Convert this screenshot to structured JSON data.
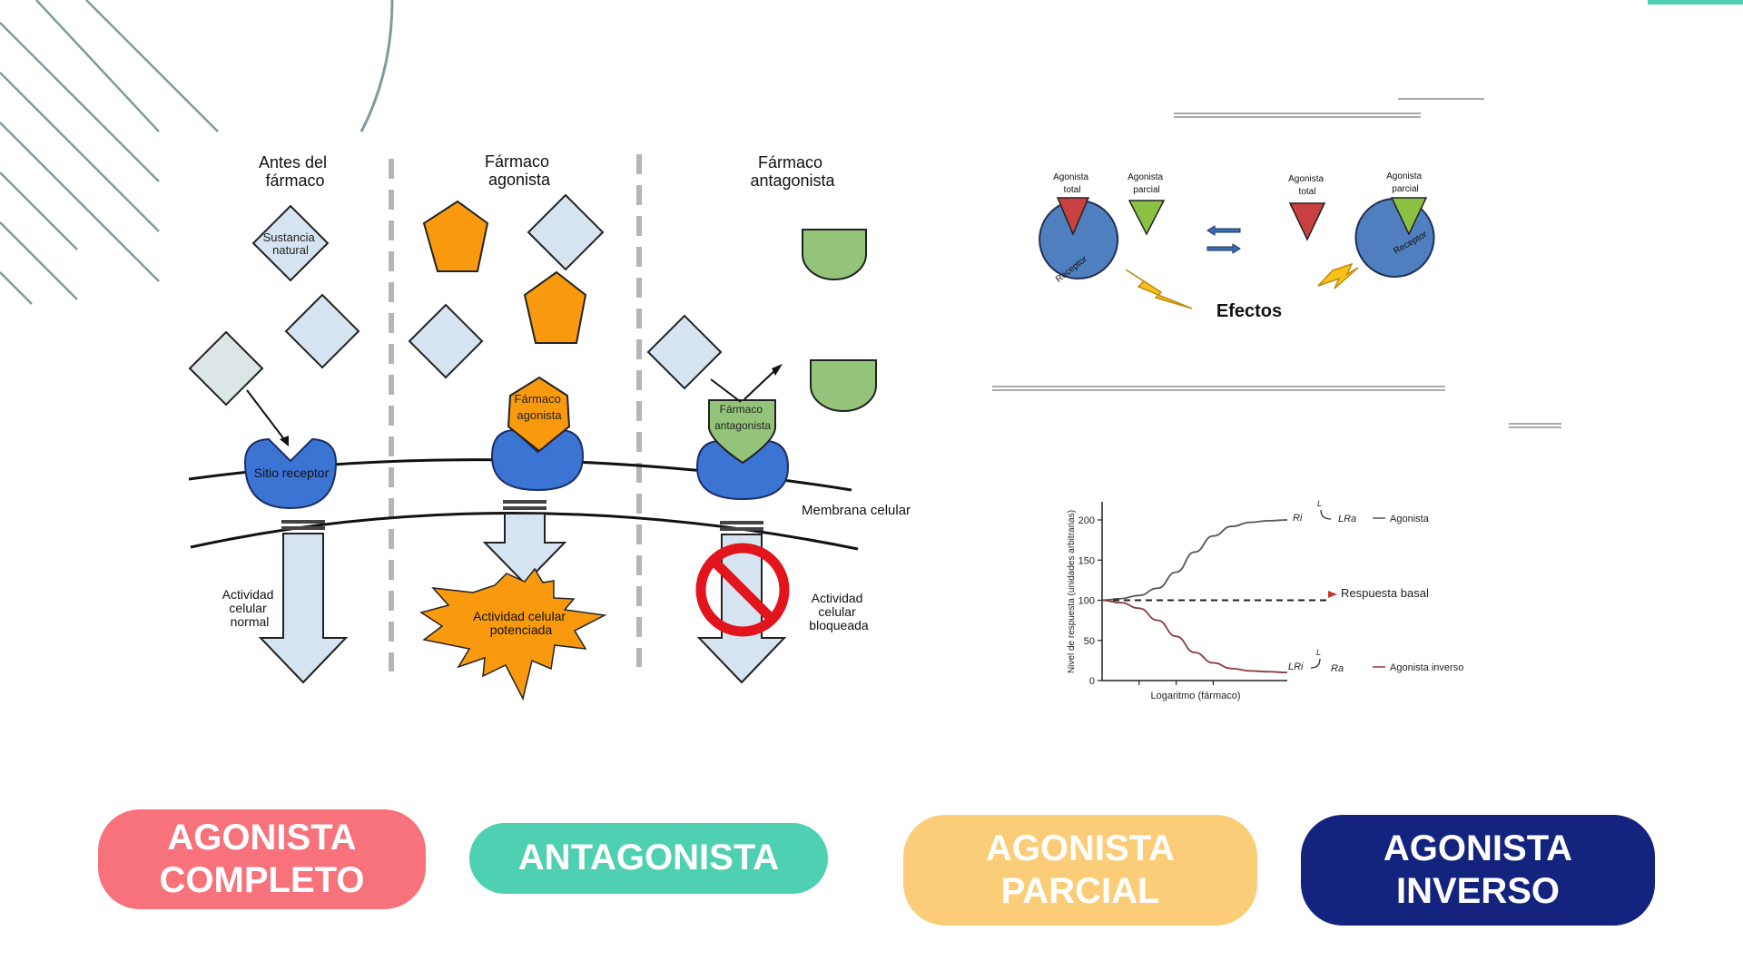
{
  "left_diagram": {
    "col1_title": "Antes del\nfármaco",
    "col2_title": "Fármaco\nagonista",
    "col3_title": "Fármaco\nantagonista",
    "natural_substance": "Sustancia\nnatural",
    "receptor_site": "Sitio receptor",
    "agonist_drug_label": "Fármaco\nagonista",
    "antagonist_drug_label": "Fármaco\nantagonista",
    "membrane": "Membrana celular",
    "normal_activity": "Actividad\ncelular\nnormal",
    "enhanced_activity": "Actividad celular\npotenciada",
    "blocked_activity": "Actividad\ncelular\nbloqueada"
  },
  "receptor_diagram": {
    "full_agonist_a": "Agonista\ntotal",
    "partial_agonist_a": "Agonista\nparcial",
    "full_agonist_b": "Agonista\ntotal",
    "partial_agonist_b": "Agonista\nparcial",
    "receptor_a": "Receptor",
    "receptor_b": "Receptor",
    "effects": "Efectos"
  },
  "chart_data": {
    "type": "line",
    "ylabel": "Nivel de respuesta (unidades arbitrarias)",
    "xlabel": "Logaritmo (fármaco)",
    "ylim": [
      0,
      200
    ],
    "yticks": [
      0,
      50,
      100,
      150,
      200
    ],
    "x": [
      0,
      1,
      2,
      3,
      4,
      5,
      6,
      7,
      8,
      9,
      10
    ],
    "series": [
      {
        "name": "Agonista",
        "values": [
          100,
          102,
          106,
          115,
          135,
          160,
          180,
          192,
          197,
          199,
          200
        ],
        "color": "#555555",
        "dash": false
      },
      {
        "name": "Respuesta basal",
        "values": [
          100,
          100,
          100,
          100,
          100,
          100,
          100,
          100,
          100,
          100,
          100
        ],
        "color": "#222222",
        "dash": true
      },
      {
        "name": "Agonista inverso",
        "values": [
          100,
          97,
          90,
          75,
          55,
          35,
          22,
          15,
          12,
          11,
          10
        ],
        "color": "#8b3a3a",
        "dash": false
      }
    ],
    "state_labels": {
      "top_r": "Ri",
      "top_lr": "LRa",
      "bottom_lr": "LRi",
      "bottom_r": "Ra",
      "ligand": "L"
    }
  },
  "buttons": [
    {
      "label": "AGONISTA\nCOMPLETO",
      "color": "#f7727a"
    },
    {
      "label": "ANTAGONISTA",
      "color": "#4fd0b0"
    },
    {
      "label": "AGONISTA\nPARCIAL",
      "color": "#fbcd79"
    },
    {
      "label": "AGONISTA\nINVERSO",
      "color": "#13237e"
    }
  ]
}
